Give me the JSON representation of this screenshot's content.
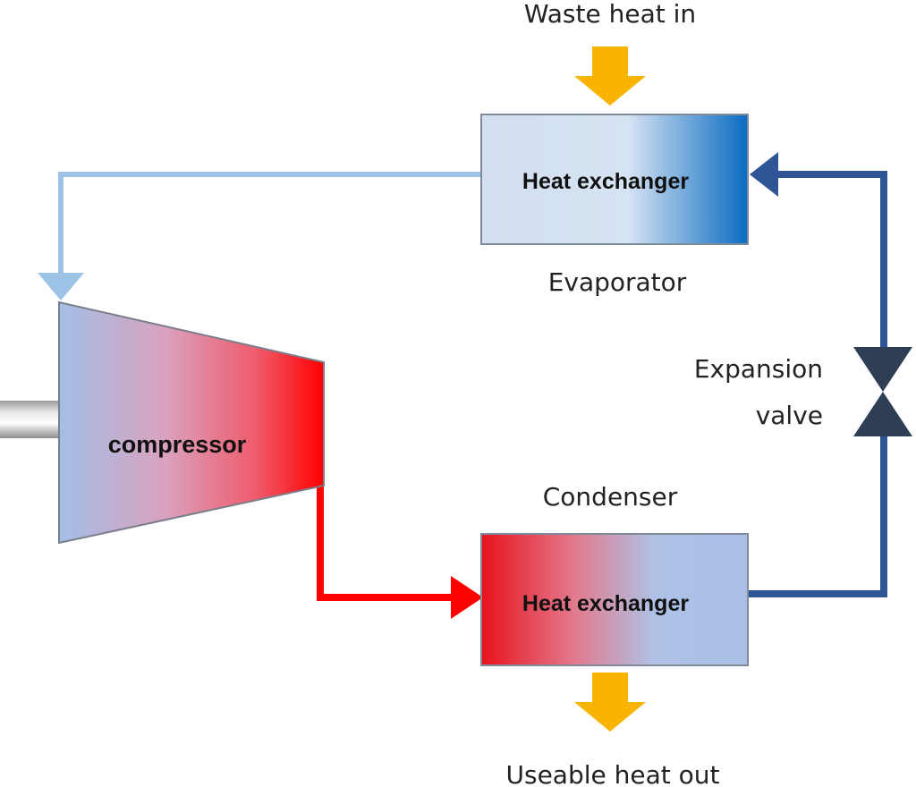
{
  "labels": {
    "waste_heat_in": "Waste heat in",
    "evaporator": "Evaporator",
    "expansion_valve_line1": "Expansion",
    "expansion_valve_line2": "valve",
    "condenser": "Condenser",
    "useable_heat_out": "Useable heat out"
  },
  "components": {
    "evaporator_box": "Heat exchanger",
    "condenser_box": "Heat exchanger",
    "compressor": "compressor"
  },
  "colors": {
    "heat_arrow": "#f8b400",
    "cold_line": "#9dc3e6",
    "low_pressure_line": "#2f5597",
    "hot_line": "#ff0000",
    "valve": "#2e3e55"
  }
}
